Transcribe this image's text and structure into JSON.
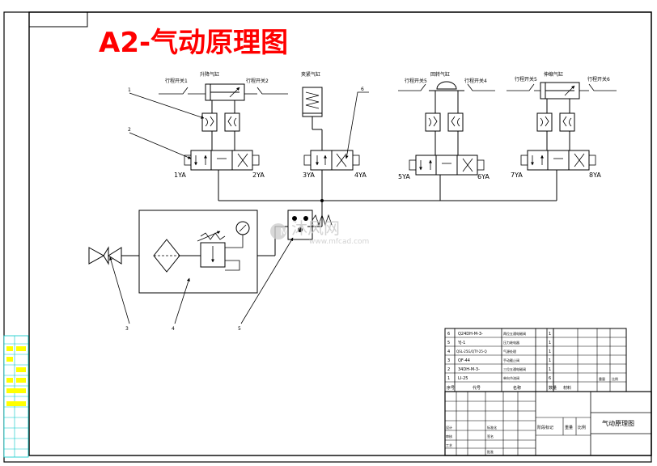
{
  "title": "A2-气动原理图",
  "watermark": {
    "cn": "沐风网",
    "url": "www.mfcad.com"
  },
  "colors": {
    "title": "#ff0000",
    "line": "#000000",
    "watermark": "#d0d0d0",
    "strip": "#ffff00",
    "strip_line": "#00c8c8"
  },
  "labels": {
    "limit_switch_1": "行程开关1",
    "limit_switch_2": "行程开关2",
    "limit_switch_4": "行程开关4",
    "limit_switch_5": "行程开关5",
    "limit_switch_6": "行程开关6",
    "cyl_lift": "升降气缸",
    "cyl_clamp": "夹紧气缸",
    "cyl_rotate": "回转气缸",
    "cyl_telescope": "伸缩气缸",
    "solenoid_1": "1YA",
    "solenoid_2": "2YA",
    "solenoid_3": "3YA",
    "solenoid_4": "4YA",
    "solenoid_5": "5YA",
    "solenoid_6": "6YA",
    "solenoid_7": "7YA",
    "solenoid_8": "8YA",
    "callout_1": "1",
    "callout_2": "2",
    "callout_3": "3",
    "callout_4": "4",
    "callout_5": "5",
    "callout_6": "6"
  },
  "parts_table": [
    {
      "no": "6",
      "code": "Q24DH-M-3-",
      "name": "两位五通电磁阀",
      "qty": "1"
    },
    {
      "no": "5",
      "code": "YJ-1",
      "name": "压力继电器",
      "qty": "1"
    },
    {
      "no": "4",
      "code": "QSL-25G/QTY-25-Q",
      "name": "气源处理",
      "qty": "1"
    },
    {
      "no": "3",
      "code": "QF-44",
      "name": "手动截止阀",
      "qty": "1"
    },
    {
      "no": "2",
      "code": "34DH-M-3-",
      "name": "三位五通电磁阀",
      "qty": "1"
    },
    {
      "no": "1",
      "code": "LI-25",
      "name": "单向节流阀",
      "qty": "6"
    }
  ],
  "table_headers": {
    "no": "序号",
    "code": "代号",
    "name": "名称",
    "material": "材料",
    "qty": "数量",
    "weight": "重量",
    "ratio": "比例"
  },
  "title_block": {
    "drawing_name": "气动原理图",
    "stage_mark": "阶段标记",
    "weight": "重量",
    "ratio": "比例",
    "designer": "设计",
    "checker": "审核",
    "process": "工艺",
    "approve": "批准",
    "standard": "标准化",
    "signature": "签名"
  }
}
